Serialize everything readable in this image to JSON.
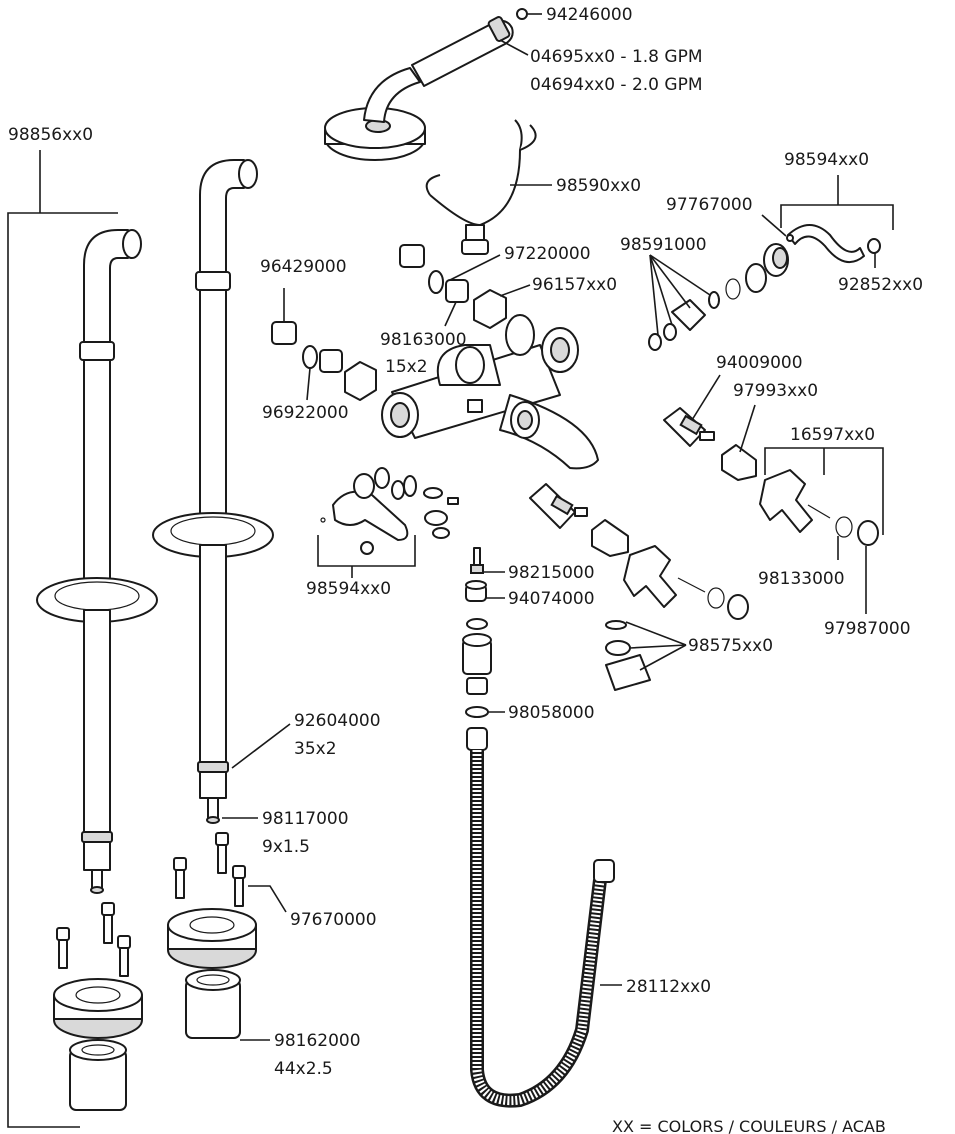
{
  "labels": {
    "handshower_cap": "94246000",
    "handshower_a": "04695xx0 - 1.8 GPM",
    "handshower_b": "04694xx0 - 2.0 GPM",
    "riser_left": "98856xx0",
    "cradle": "98590xx0",
    "handle_kit_right": "98594xx0",
    "screw_small": "97767000",
    "check_valve": "98591000",
    "nut_right": "92852xx0",
    "filter_left": "96429000",
    "seal_97220000": "97220000",
    "nut_96157": "96157xx0",
    "oring_98163000": "98163000",
    "oring_size": "15x2",
    "washer_96922000": "96922000",
    "cartridge": "94009000",
    "bonnet": "97993xx0",
    "cross_handle": "16597xx0",
    "handle_kit_left": "98594xx0",
    "nipple": "98215000",
    "adapter": "94074000",
    "set_98575": "98575xx0",
    "screw_98133000": "98133000",
    "cap_97987000": "97987000",
    "washer_98058000": "98058000",
    "oring_92604000": "92604000",
    "oring_92604000_size": "35x2",
    "oring_98117000": "98117000",
    "oring_98117000_size": "9x1.5",
    "mount_97670000": "97670000",
    "hose": "28112xx0",
    "sleeve_98162000": "98162000",
    "sleeve_size": "44x2.5",
    "footer": "XX = COLORS / COULEURS / ACAB"
  }
}
